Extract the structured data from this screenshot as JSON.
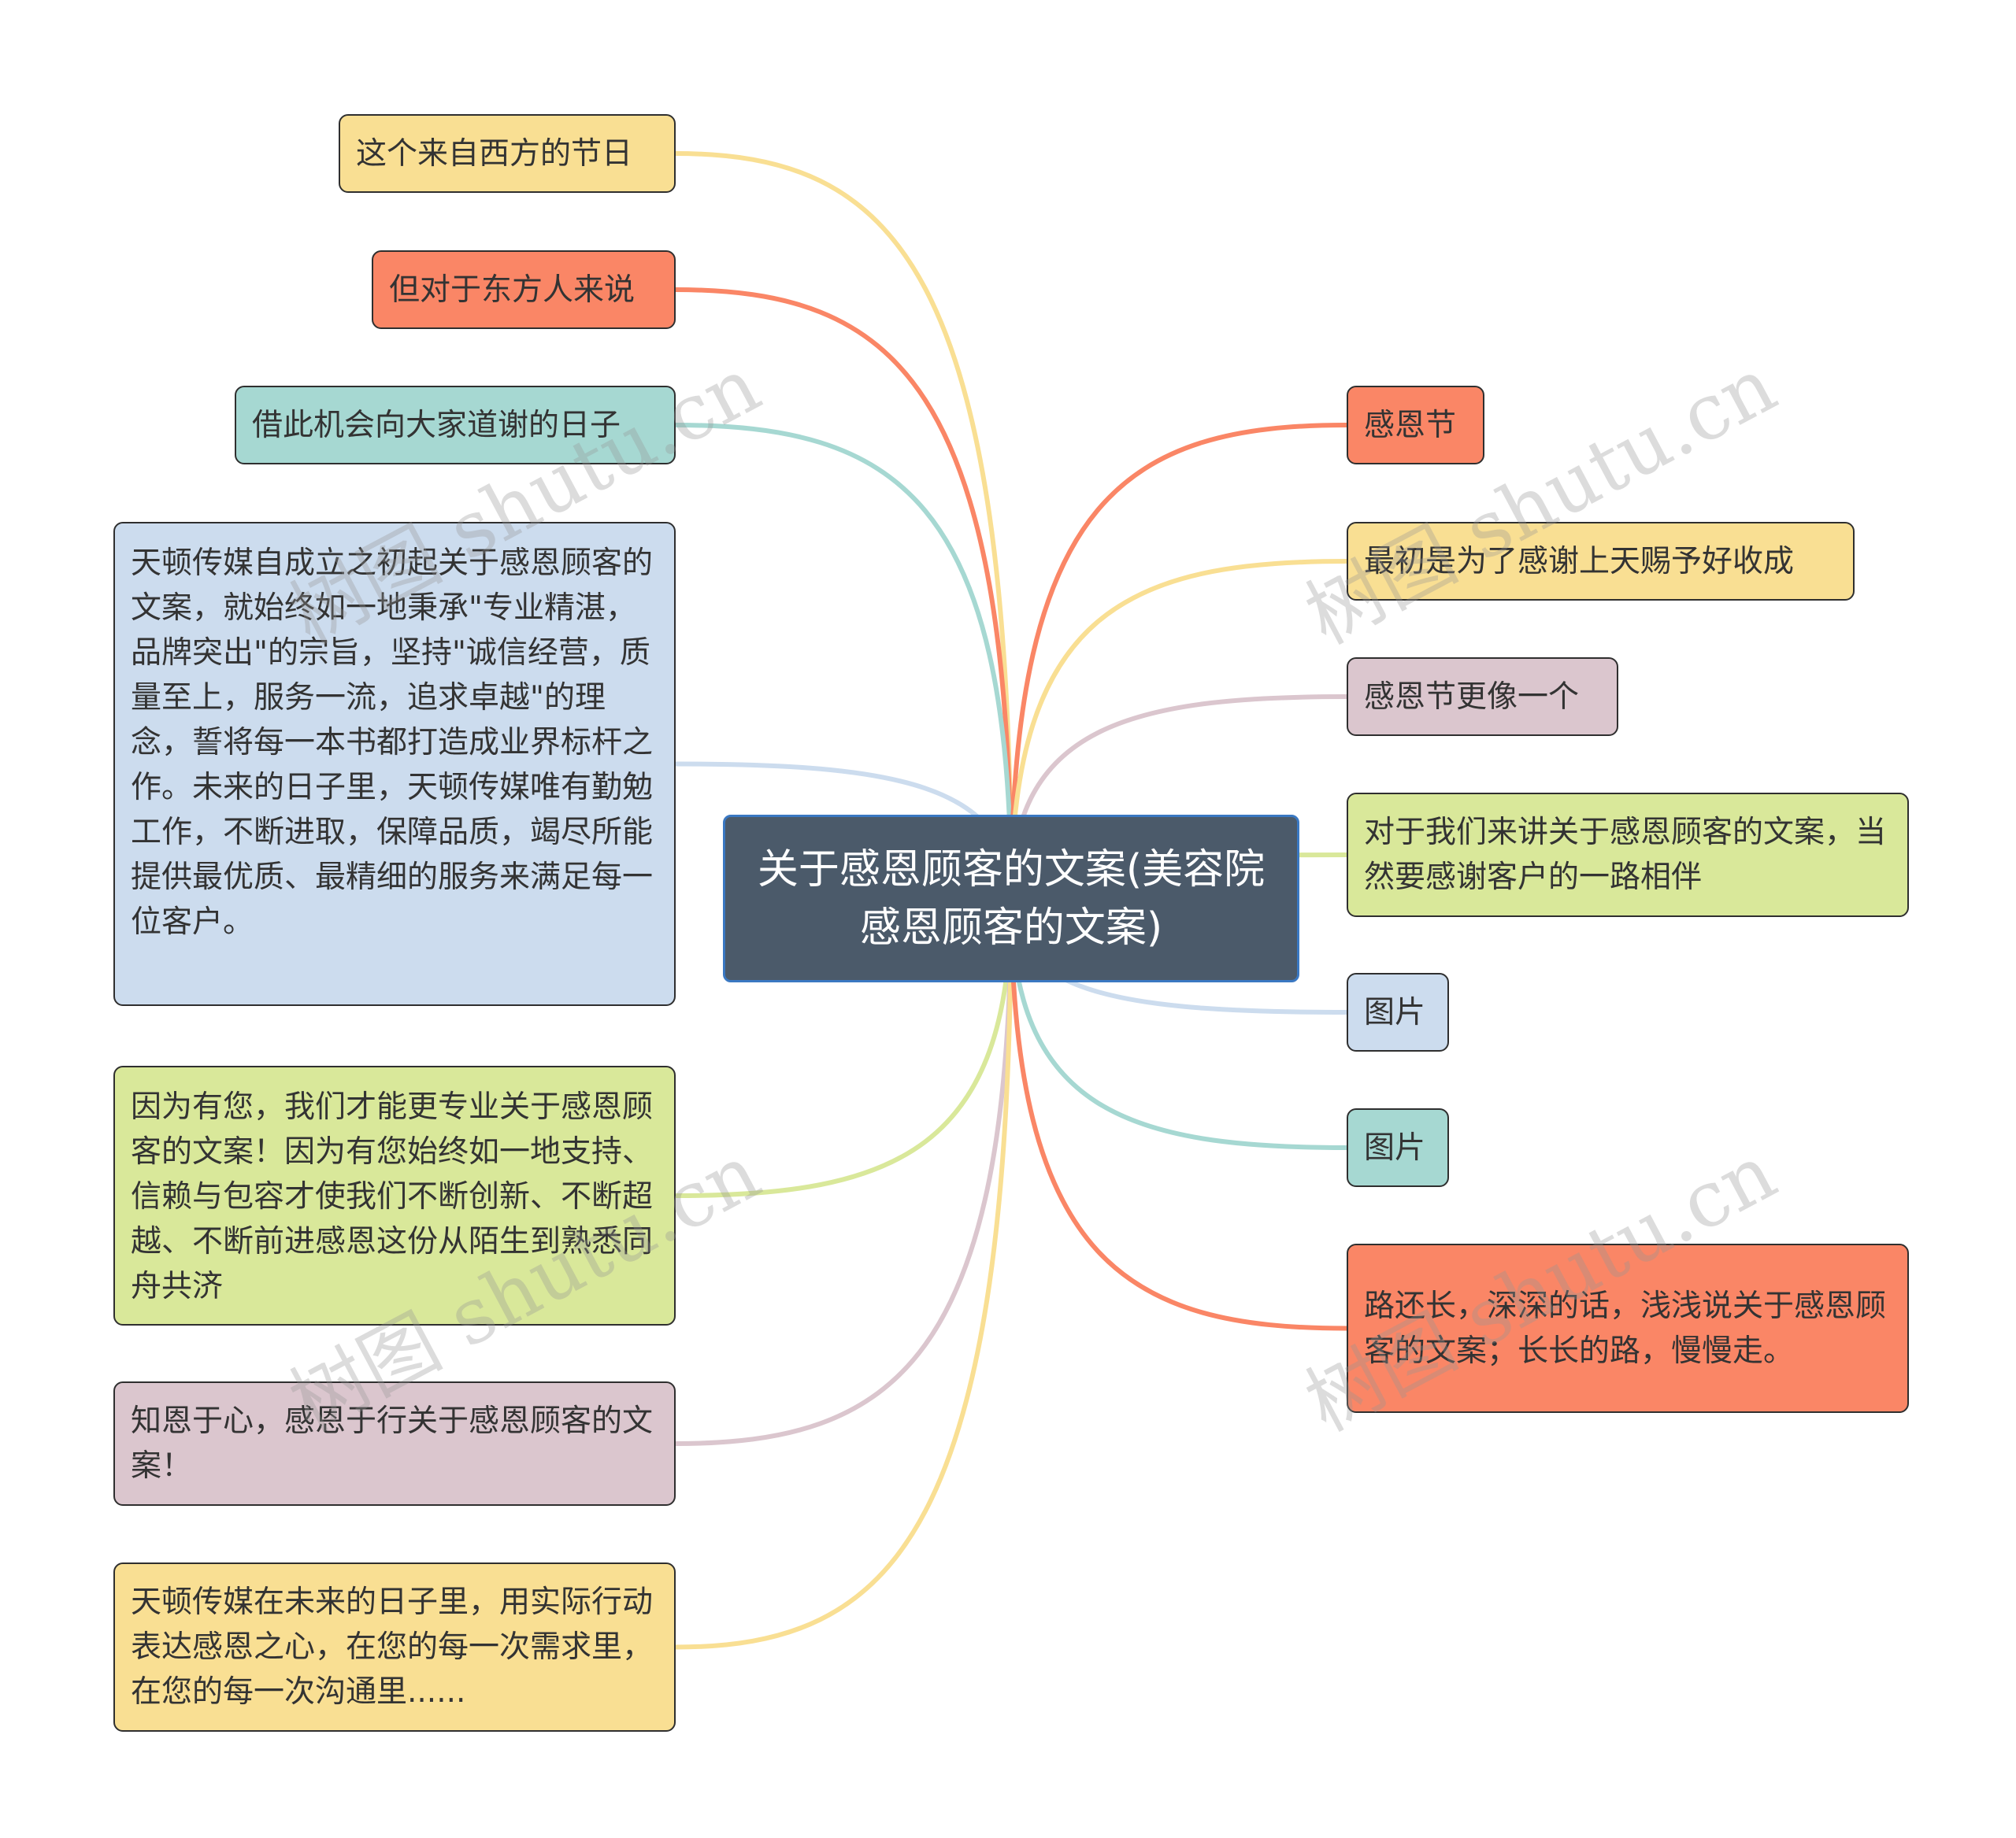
{
  "root": {
    "title": "关于感恩顾客的文案(美容院感恩顾客的文案)"
  },
  "colors": {
    "yellow": "#f9df93",
    "red": "#fa8666",
    "teal": "#a6d8d2",
    "blue": "#ccdcee",
    "green": "#d9e89a",
    "mauve": "#dbc6ce"
  },
  "left": [
    {
      "text": "这个来自西方的节日",
      "color": "yellow"
    },
    {
      "text": "但对于东方人来说",
      "color": "red"
    },
    {
      "text": "借此机会向大家道谢的日子",
      "color": "teal"
    },
    {
      "text": "天顿传媒自成立之初起关于感恩顾客的文案，就始终如一地秉承\"专业精湛，品牌突出\"的宗旨，坚持\"诚信经营，质量至上，服务一流，追求卓越\"的理念，誓将每一本书都打造成业界标杆之作。未来的日子里，天顿传媒唯有勤勉工作，不断进取，保障品质，竭尽所能提供最优质、最精细的服务来满足每一位客户。",
      "color": "blue"
    },
    {
      "text": "因为有您，我们才能更专业关于感恩顾客的文案！因为有您始终如一地支持、信赖与包容才使我们不断创新、不断超越、不断前进感恩这份从陌生到熟悉同舟共济",
      "color": "green"
    },
    {
      "text": "知恩于心，感恩于行关于感恩顾客的文案！",
      "color": "mauve"
    },
    {
      "text": "天顿传媒在未来的日子里，用实际行动表达感恩之心，在您的每一次需求里，在您的每一次沟通里......",
      "color": "yellow"
    }
  ],
  "right": [
    {
      "text": "感恩节",
      "color": "red"
    },
    {
      "text": "最初是为了感谢上天赐予好收成",
      "color": "yellow"
    },
    {
      "text": "感恩节更像一个",
      "color": "mauve"
    },
    {
      "text": "对于我们来讲关于感恩顾客的文案，当然要感谢客户的一路相伴",
      "color": "green"
    },
    {
      "text": "图片",
      "color": "blue"
    },
    {
      "text": "图片",
      "color": "teal"
    },
    {
      "text": "路还长，深深的话，浅浅说关于感恩顾客的文案；长长的路，慢慢走。",
      "color": "red"
    }
  ],
  "watermark": "树图 shutu.cn"
}
